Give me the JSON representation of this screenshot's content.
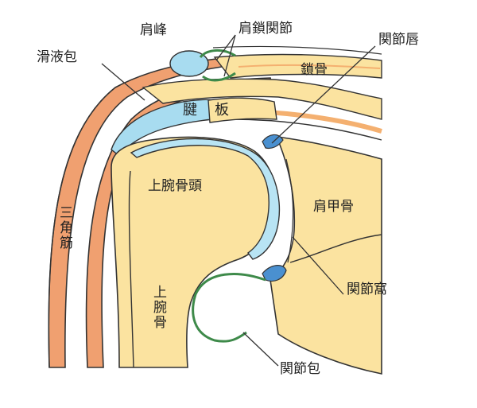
{
  "labels": {
    "acromion": "肩峰",
    "ac_joint": "肩鎖関節",
    "bursa": "滑液包",
    "labrum": "関節唇",
    "clavicle": "鎖骨",
    "tendon_1": "腱",
    "tendon_2": "板",
    "humeral_head": "上腕骨頭",
    "scapula": "肩甲骨",
    "deltoid": "三角筋",
    "glenoid": "関節窩",
    "humerus": "上腕骨",
    "capsule": "関節包"
  },
  "colors": {
    "muscle": "#f0a070",
    "bone": "#fbe3a0",
    "bursa_blue": "#a8dcf0",
    "cartilage_blue": "#b8e4f4",
    "labrum_blue": "#4a90d0",
    "capsule_green": "#3e8a4a",
    "ink": "#333333"
  }
}
